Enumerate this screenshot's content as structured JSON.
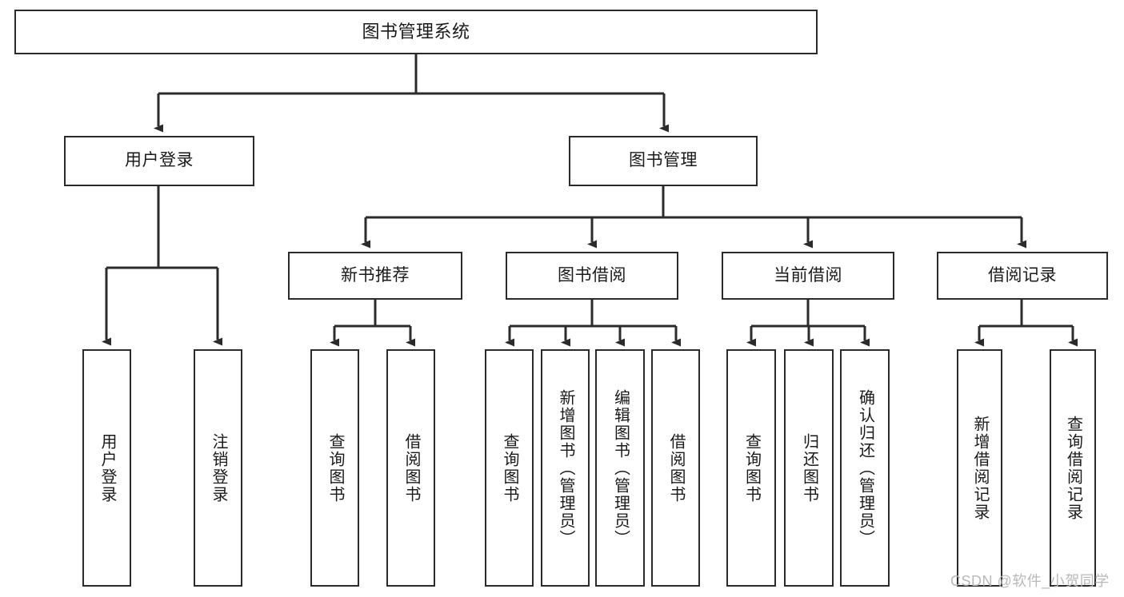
{
  "diagram": {
    "title": "图书管理系统",
    "root": {
      "label": "图书管理系统"
    },
    "level2": [
      {
        "label": "用户登录"
      },
      {
        "label": "图书管理"
      }
    ],
    "level3": [
      {
        "label": "新书推荐"
      },
      {
        "label": "图书借阅"
      },
      {
        "label": "当前借阅"
      },
      {
        "label": "借阅记录"
      }
    ],
    "leaves": {
      "user_login": [
        {
          "label": "用户登录"
        },
        {
          "label": "注销登录"
        }
      ],
      "new_book_recommend": [
        {
          "label": "查询图书"
        },
        {
          "label": "借阅图书"
        }
      ],
      "book_borrow": [
        {
          "label": "查询图书"
        },
        {
          "label": "新增图书（管理员）"
        },
        {
          "label": "编辑图书（管理员）"
        },
        {
          "label": "借阅图书"
        }
      ],
      "current_borrow": [
        {
          "label": "查询图书"
        },
        {
          "label": "归还图书"
        },
        {
          "label": "确认归还（管理员）"
        }
      ],
      "borrow_record": [
        {
          "label": "新增借阅记录"
        },
        {
          "label": "查询借阅记录"
        }
      ]
    },
    "watermark": "CSDN @软件_小贺同学",
    "colors": {
      "stroke": "#2b2b2b",
      "background": "#ffffff",
      "text": "#1a1a1a",
      "watermark": "#b9b9b9"
    }
  }
}
